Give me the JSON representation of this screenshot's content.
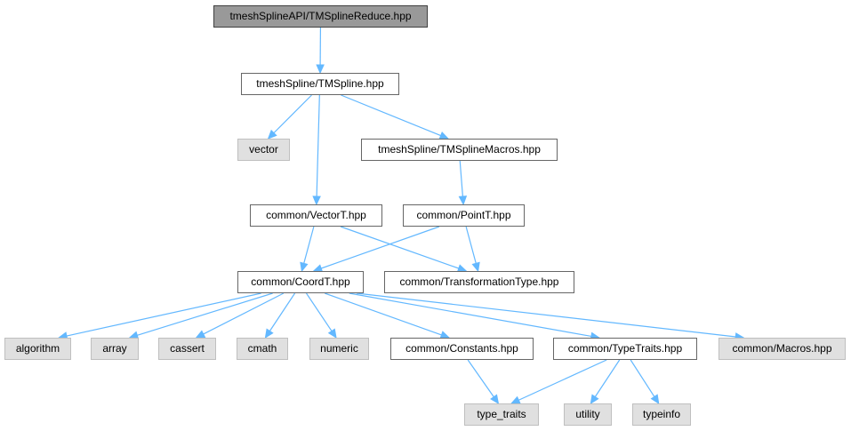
{
  "colors": {
    "edge": "#63b8ff",
    "node_border": "#666666",
    "node_fill": "#ffffff",
    "external_fill": "#e0e0e0",
    "external_border": "#bfbfbf",
    "current_fill": "#999999",
    "current_border": "#404040"
  },
  "nodes": {
    "root": {
      "label": "tmeshSplineAPI/TMSplineReduce.hpp",
      "kind": "current"
    },
    "tmspline": {
      "label": "tmeshSpline/TMSpline.hpp",
      "kind": "internal"
    },
    "vector": {
      "label": "vector",
      "kind": "external"
    },
    "macros": {
      "label": "tmeshSpline/TMSplineMacros.hpp",
      "kind": "internal"
    },
    "vectort": {
      "label": "common/VectorT.hpp",
      "kind": "internal"
    },
    "pointt": {
      "label": "common/PointT.hpp",
      "kind": "internal"
    },
    "coordt": {
      "label": "common/CoordT.hpp",
      "kind": "internal"
    },
    "transformation": {
      "label": "common/TransformationType.hpp",
      "kind": "internal"
    },
    "algorithm": {
      "label": "algorithm",
      "kind": "external"
    },
    "array": {
      "label": "array",
      "kind": "external"
    },
    "cassert": {
      "label": "cassert",
      "kind": "external"
    },
    "cmath": {
      "label": "cmath",
      "kind": "external"
    },
    "numeric": {
      "label": "numeric",
      "kind": "external"
    },
    "constants": {
      "label": "common/Constants.hpp",
      "kind": "internal"
    },
    "typetraits": {
      "label": "common/TypeTraits.hpp",
      "kind": "internal"
    },
    "commonmacros": {
      "label": "common/Macros.hpp",
      "kind": "external"
    },
    "type_traits": {
      "label": "type_traits",
      "kind": "external"
    },
    "utility": {
      "label": "utility",
      "kind": "external"
    },
    "typeinfo": {
      "label": "typeinfo",
      "kind": "external"
    }
  },
  "edges": [
    [
      "root",
      "tmspline"
    ],
    [
      "tmspline",
      "vector"
    ],
    [
      "tmspline",
      "macros"
    ],
    [
      "tmspline",
      "vectort"
    ],
    [
      "macros",
      "pointt"
    ],
    [
      "vectort",
      "coordt"
    ],
    [
      "vectort",
      "transformation"
    ],
    [
      "pointt",
      "coordt"
    ],
    [
      "pointt",
      "transformation"
    ],
    [
      "coordt",
      "algorithm"
    ],
    [
      "coordt",
      "array"
    ],
    [
      "coordt",
      "cassert"
    ],
    [
      "coordt",
      "cmath"
    ],
    [
      "coordt",
      "numeric"
    ],
    [
      "coordt",
      "constants"
    ],
    [
      "coordt",
      "typetraits"
    ],
    [
      "coordt",
      "commonmacros"
    ],
    [
      "constants",
      "type_traits"
    ],
    [
      "typetraits",
      "type_traits"
    ],
    [
      "typetraits",
      "utility"
    ],
    [
      "typetraits",
      "typeinfo"
    ]
  ]
}
